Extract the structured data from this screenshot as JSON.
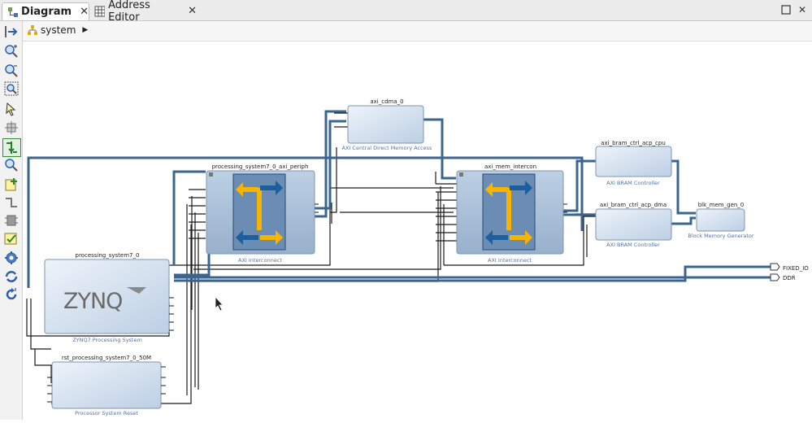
{
  "tabs": [
    {
      "label": "Diagram",
      "icon": "diagram-icon",
      "active": true
    },
    {
      "label": "Address Editor",
      "icon": "table-grid-icon",
      "active": false
    }
  ],
  "window_controls": [
    "restore-icon",
    "close-icon"
  ],
  "breadcrumb": {
    "root": "system",
    "icon": "hierarchy-icon"
  },
  "toolbar_tools": [
    "collapse-icon",
    "zoom-in-icon",
    "zoom-out-icon",
    "zoom-fit-icon",
    "select-icon",
    "fit-selection-icon",
    "auto-connect-icon",
    "search-icon",
    "add-ip-icon",
    "route-icon",
    "split-icon",
    "validate-icon",
    "run-automation-icon",
    "regenerate-icon",
    "refresh-icon"
  ],
  "blocks": {
    "axi_cdma": {
      "name": "axi_cdma_0",
      "type": "AXI Central Direct Memory Access"
    },
    "periph": {
      "name": "processing_system7_0_axi_periph",
      "type": "AXI Interconnect"
    },
    "mem_intercon": {
      "name": "axi_mem_intercon",
      "type": "AXI Interconnect"
    },
    "bram_cpu": {
      "name": "axi_bram_ctrl_acp_cpu",
      "type": "AXI BRAM Controller"
    },
    "bram_dma": {
      "name": "axi_bram_ctrl_acp_dma",
      "type": "AXI BRAM Controller"
    },
    "blk_mem": {
      "name": "blk_mem_gen_0",
      "type": "Block Memory Generator"
    },
    "ps7": {
      "name": "processing_system7_0",
      "type": "ZYNQ7 Processing System",
      "logo": "ZYNQ"
    },
    "rst": {
      "name": "rst_processing_system7_0_50M",
      "type": "Processor System Reset"
    }
  },
  "ports": {
    "fixed_io": "FIXED_IO",
    "ddr": "DDR"
  },
  "colors": {
    "bus": "#3a6591",
    "wire": "#1a1a1a",
    "block_fill": "#d6e2ef",
    "block_stroke": "#7d95ad",
    "interconnect": "#a9bdd3",
    "arrow_yellow": "#f7b500",
    "arrow_blue": "#1d5e9e",
    "label": "#5174a8"
  }
}
